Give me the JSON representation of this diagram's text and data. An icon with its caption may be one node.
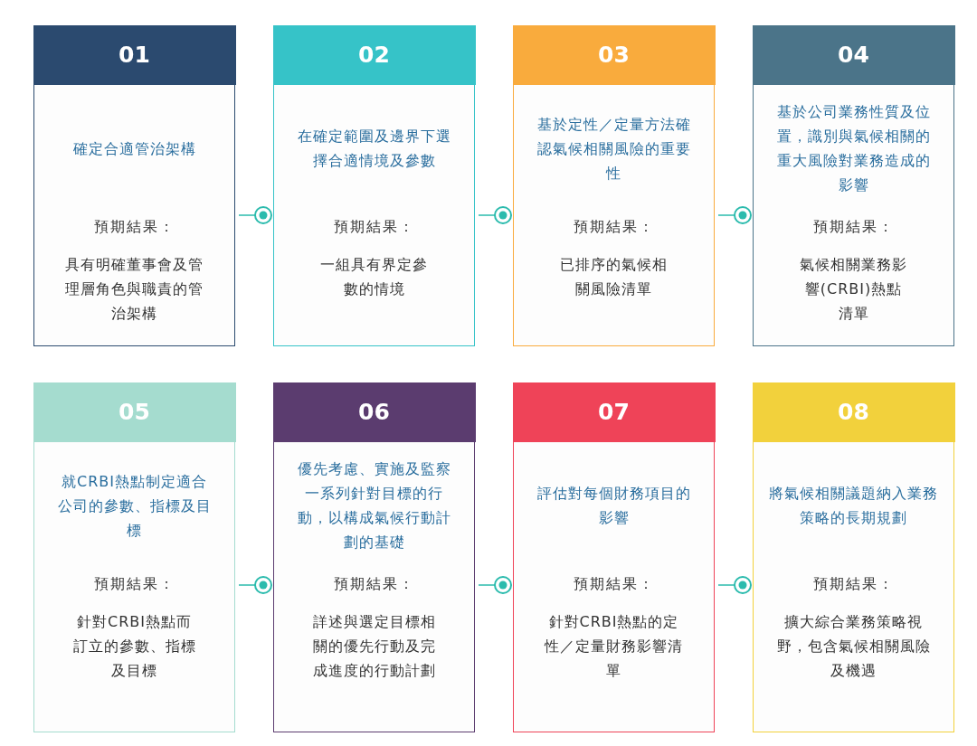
{
  "diagram": {
    "nodes": [
      {
        "text": [
          "01",
          "確定合適管治架構",
          "預期結果：",
          "具有明確董事會及管理層角色與職責的管治架構"
        ]
      },
      {
        "text": [
          "02",
          "在確定範圍及邊界下選擇合適情境及參數",
          "預期結果：",
          "一組具有界定參數的情境"
        ]
      },
      {
        "text": [
          "03",
          "基於定性／定量方法確認氣候相關風險的重要性",
          "預期結果：",
          "已排序的氣候相關風險清單"
        ]
      },
      {
        "text": [
          "04",
          "基於公司業務性質及位置，識別與氣候相關的重大風險對業務造成的影響",
          "預期結果：",
          "氣候相關業務影響(CRBI)熱點清單"
        ]
      },
      {
        "text": [
          "05",
          "就CRBI熱點制定適合公司的參數、指標及目標",
          "預期結果：",
          "針對CRBI熱點而訂立的參數、指標及目標"
        ]
      },
      {
        "text": [
          "06",
          "優先考慮、實施及監察一系列針對目標的行動，以構成氣候行動計劃的基礎",
          "預期結果：",
          "詳述與選定目標相關的優先行動及完成進度的行動計劃"
        ]
      },
      {
        "text": [
          "07",
          "評估對每個財務項目的影響",
          "預期結果：",
          "針對CRBI熱點的定性／定量財務影響清單"
        ]
      },
      {
        "text": [
          "08",
          "將氣候相關議題納入業務策略的長期規劃",
          "預期結果：",
          "擴大綜合業務策略視野，包含氣候相關風險及機遇"
        ]
      }
    ],
    "edges": [
      {
        "from": 0,
        "to": 1,
        "arrow": "other"
      },
      {
        "from": 1,
        "to": 2,
        "arrow": "other"
      },
      {
        "from": 2,
        "to": 3,
        "arrow": "other"
      },
      {
        "from": 4,
        "to": 5,
        "arrow": "other"
      },
      {
        "from": 5,
        "to": 6,
        "arrow": "other"
      },
      {
        "from": 6,
        "to": 7,
        "arrow": "other"
      }
    ]
  }
}
